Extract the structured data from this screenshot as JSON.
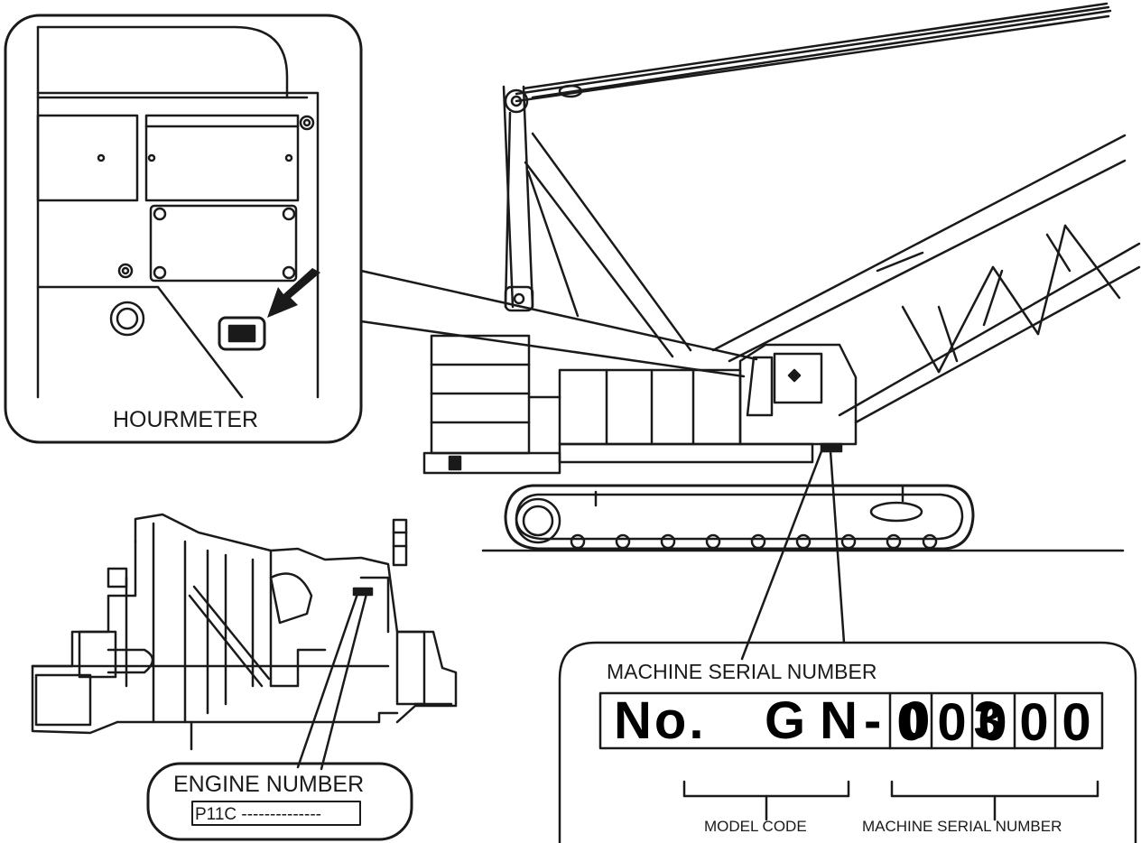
{
  "hourmeter": {
    "caption": "HOURMETER"
  },
  "engine": {
    "caption": "ENGINE NUMBER",
    "value": "P11C --------------"
  },
  "serial_plate": {
    "title": "MACHINE SERIAL NUMBER",
    "prefix": "No.",
    "model_code": "GN 0 3",
    "dash": "-",
    "digits": [
      "0",
      "0",
      "0",
      "0",
      "0"
    ],
    "model_caption": "MODEL CODE",
    "serial_caption": "MACHINE SERIAL NUMBER"
  }
}
